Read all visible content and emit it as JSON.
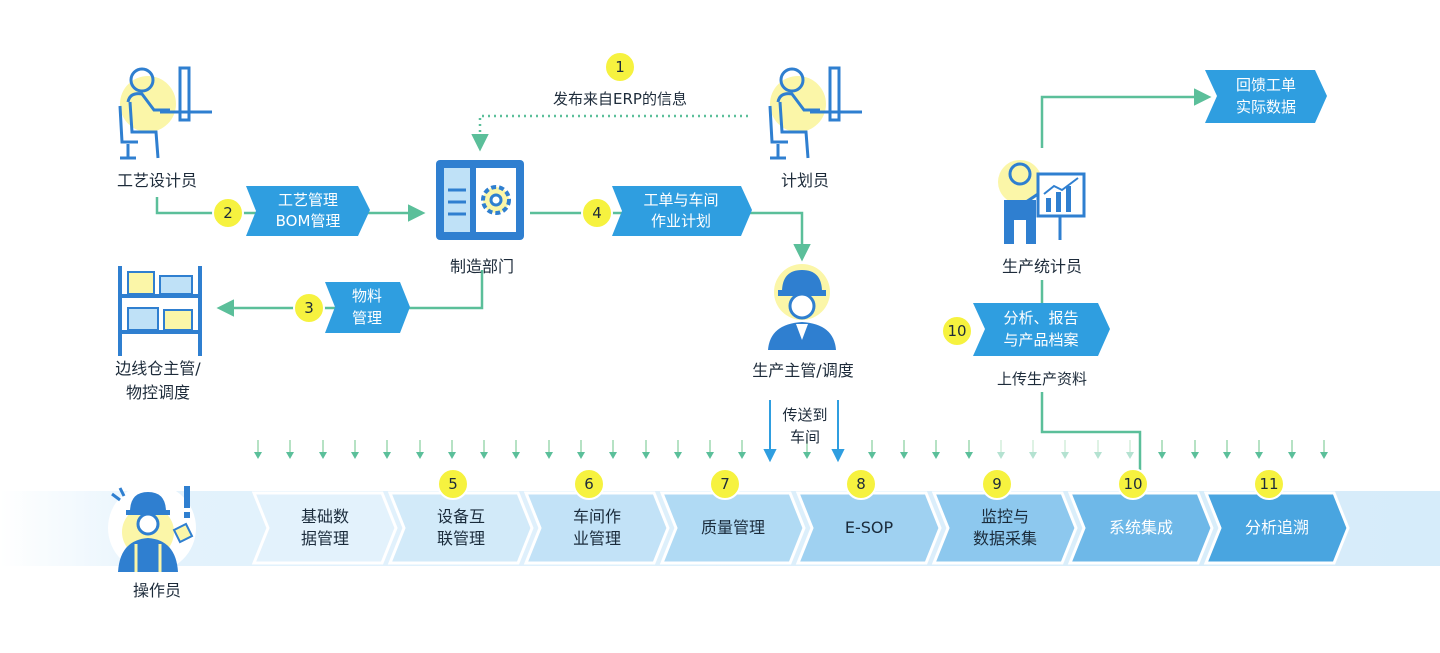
{
  "roles": {
    "process_designer": "工艺设计员",
    "planner": "计划员",
    "manufacturing_dept": "制造部门",
    "line_warehouse": [
      "边线仓主管/",
      "物控调度"
    ],
    "production_supervisor": "生产主管/调度",
    "production_statistician": "生产统计员",
    "operator": "操作员"
  },
  "steps": [
    {
      "num": "1",
      "label": "发布来自ERP的信息"
    },
    {
      "num": "2",
      "label": [
        "工艺管理",
        "BOM管理"
      ]
    },
    {
      "num": "3",
      "label": [
        "物料",
        "管理"
      ]
    },
    {
      "num": "4",
      "label": [
        "工单与车间",
        "作业计划"
      ]
    },
    {
      "num": "10",
      "label": [
        "分析、报告",
        "与产品档案"
      ]
    }
  ],
  "notes": {
    "upload": "上传生产资料",
    "send_to_shop": [
      "传送到",
      "车间"
    ],
    "feedback": [
      "回馈工单",
      "实际数据"
    ]
  },
  "modules": [
    {
      "num": "",
      "label": [
        "基础数",
        "据管理"
      ]
    },
    {
      "num": "5",
      "label": [
        "设备互",
        "联管理"
      ]
    },
    {
      "num": "6",
      "label": [
        "车间作",
        "业管理"
      ]
    },
    {
      "num": "7",
      "label": [
        "质量管理"
      ]
    },
    {
      "num": "8",
      "label": [
        "E-SOP"
      ]
    },
    {
      "num": "9",
      "label": [
        "监控与",
        "数据采集"
      ]
    },
    {
      "num": "10",
      "label": [
        "系统集成"
      ]
    },
    {
      "num": "11",
      "label": [
        "分析追溯"
      ]
    }
  ],
  "colors": {
    "accent_blue": "#2f9ee0",
    "light_blue": "#bfe1f7",
    "flow_green": "#5bbf9a",
    "badge_yellow": "#f6f23f",
    "icon_blue": "#2f7fd0",
    "icon_yellow": "#fbf6a8"
  }
}
